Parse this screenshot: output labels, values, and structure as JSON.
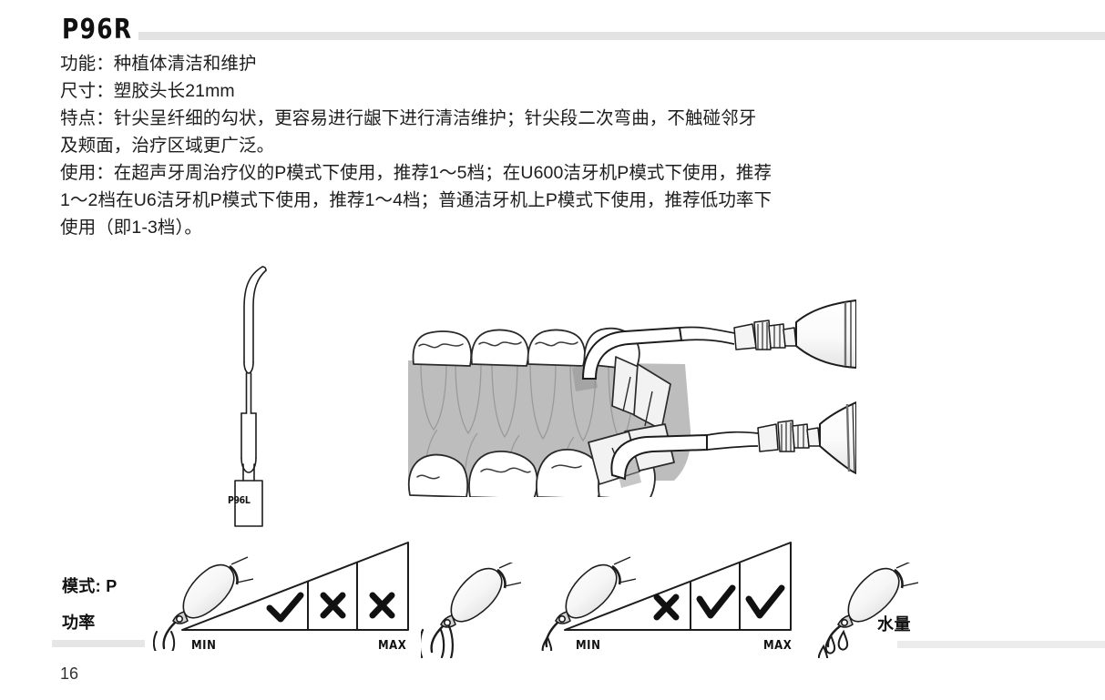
{
  "header": {
    "product_code": "P96R"
  },
  "specs": {
    "lines": [
      "功能：种植体清洁和维护",
      "尺寸：塑胶头长21mm",
      "特点：针尖呈纤细的勾状，更容易进行龈下进行清洁维护；针尖段二次弯曲，不触碰邻牙",
      "及颊面，治疗区域更广泛。",
      "使用：在超声牙周治疗仪的P模式下使用，推荐1～5档；在U600洁牙机P模式下使用，推荐",
      "1～2档在U6洁牙机P模式下使用，推荐1～4档；普通洁牙机上P模式下使用，推荐低功率下",
      "使用（即1-3档）。"
    ]
  },
  "tip_figure": {
    "code_label": "P96L"
  },
  "legend": {
    "mode_label": "模式: P",
    "power_label": "功率",
    "water_label": "水量",
    "min_label": "MIN",
    "max_label": "MAX",
    "power_ramp": {
      "segments": [
        "check",
        "cross",
        "cross"
      ]
    },
    "water_ramp": {
      "segments": [
        "cross",
        "check",
        "check"
      ]
    }
  },
  "footer": {
    "page_number": "16"
  },
  "colors": {
    "rule_gray": "#e3e3e3",
    "ink": "#111111",
    "shade_gray": "#bdbdbd",
    "line_gray": "#8a8a8a"
  }
}
